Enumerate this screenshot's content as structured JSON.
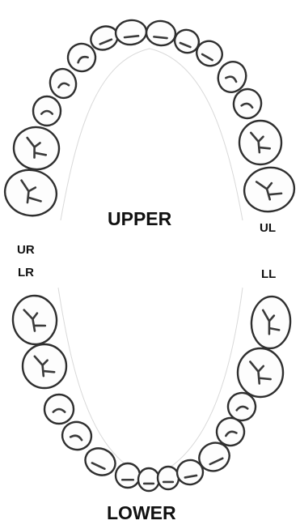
{
  "labels": {
    "upper": "UPPER",
    "lower": "LOWER",
    "upper_right": "UR",
    "upper_left": "UL",
    "lower_right": "LR",
    "lower_left": "LL"
  }
}
